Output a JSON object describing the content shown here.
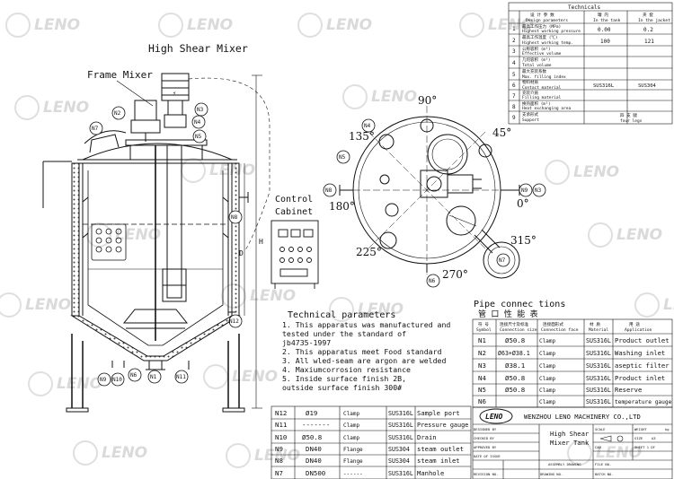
{
  "titles": {
    "main": "High Shear Mixer",
    "frame": "Frame Mixer",
    "control_cabinet_1": "Control",
    "control_cabinet_2": "Cabinet",
    "pipe_connections": "Pipe connec tions",
    "pipe_connections_cn": "管 口 性 能 表",
    "technicals": "Technicals",
    "dim_h": "H",
    "dim_d": "D"
  },
  "technical_parameters": {
    "heading": "Technical parameters",
    "lines": [
      "1. This apparatus was manufactured and",
      "   tested under the standard of",
      "   jb4735-1997",
      "2. This apparatus meet Food standard",
      "3. All wled-seam are argon are welded",
      "4. Maxiumcorrosion resistance",
      "5. Inside surface finish 2B,",
      "   outside surface finish 300#"
    ]
  },
  "angles": {
    "a90": "90°",
    "a45": "45°",
    "a135": "135°",
    "a180": "180°",
    "a0": "0°",
    "a225": "225°",
    "a270": "270°",
    "a315": "315°"
  },
  "nozzles": {
    "N1": "N1",
    "N2": "N2",
    "N3": "N3",
    "N4": "N4",
    "N5": "N5",
    "N6": "N6",
    "N7": "N7",
    "N8": "N8",
    "N9": "N9",
    "N10": "N10",
    "N11": "N11",
    "N12": "N12"
  },
  "technicals_table": {
    "head": {
      "item_cn": "设 计 参 数",
      "item_en": "Design parameters",
      "c1_cn": "罐 内",
      "c1_en": "In the tank",
      "c2_cn": "夹 套",
      "c2_en": "In the jacket"
    },
    "rows": [
      {
        "no": "1",
        "cn": "最高工作压力 (MPa)",
        "en": "Highest working pressure",
        "v1": "0.00",
        "v2": "0.2"
      },
      {
        "no": "2",
        "cn": "最高工作温度 (℃)",
        "en": "Highest working temp.",
        "v1": "100",
        "v2": "121"
      },
      {
        "no": "3",
        "cn": "公称容积 (m³)",
        "en": "Effective volume",
        "v1": "",
        "v2": ""
      },
      {
        "no": "4",
        "cn": "几何容积 (m³)",
        "en": "Total volume",
        "v1": "",
        "v2": ""
      },
      {
        "no": "5",
        "cn": "最大充装系数",
        "en": "Max. filling index",
        "v1": "",
        "v2": ""
      },
      {
        "no": "6",
        "cn": "物料材质",
        "en": "Contact material",
        "v1": "SUS316L",
        "v2": "SUS304"
      },
      {
        "no": "7",
        "cn": "充装介质",
        "en": "Filling material",
        "v1": "",
        "v2": ""
      },
      {
        "no": "8",
        "cn": "换热面积 (m²)",
        "en": "Heat exchanging area",
        "v1": "",
        "v2": ""
      },
      {
        "no": "9",
        "cn": "支承形式",
        "en": "Support",
        "v1": "四 支 腿",
        "v2": "four legs"
      }
    ]
  },
  "pipe_table": {
    "head": {
      "symbol_cn": "符 号",
      "symbol_en": "Symbol",
      "size_cn": "连接尺寸及标准",
      "size_en": "Connection size",
      "type_cn": "连接面形式",
      "type_en": "Connection face",
      "mat_cn": "材 质",
      "mat_en": "Material",
      "app_cn": "用 途",
      "app_en": "Application"
    },
    "rows": [
      {
        "symbol": "N1",
        "size": "Ø50.8",
        "type": "Clamp",
        "mat": "SUS316L",
        "app": "Product outlet"
      },
      {
        "symbol": "N2",
        "size": "Ø63+Ø38.1",
        "type": "Clamp",
        "mat": "SUS316L",
        "app": "Washing inlet"
      },
      {
        "symbol": "N3",
        "size": "Ø38.1",
        "type": "Clamp",
        "mat": "SUS316L",
        "app": "aseptic filter"
      },
      {
        "symbol": "N4",
        "size": "Ø50.8",
        "type": "Clamp",
        "mat": "SUS316L",
        "app": "Product inlet"
      },
      {
        "symbol": "N5",
        "size": "Ø50.8",
        "type": "Clamp",
        "mat": "SUS316L",
        "app": "Reserve"
      },
      {
        "symbol": "N6",
        "size": "",
        "type": "Clamp",
        "mat": "SUS316L",
        "app": "temperature gauge"
      }
    ]
  },
  "lower_pipe_table": {
    "rows": [
      {
        "symbol": "N12",
        "size": "Ø19",
        "type": "Clamp",
        "mat": "SUS316L",
        "app": "Sample port"
      },
      {
        "symbol": "N11",
        "size": "-------",
        "type": "Clamp",
        "mat": "SUS316L",
        "app": "Pressure gauge"
      },
      {
        "symbol": "N10",
        "size": "Ø50.8",
        "type": "Clamp",
        "mat": "SUS316L",
        "app": "Drain"
      },
      {
        "symbol": "N9",
        "size": "DN40",
        "type": "Flange",
        "mat": "SUS304",
        "app": "steam outlet"
      },
      {
        "symbol": "N8",
        "size": "DN40",
        "type": "Flange",
        "mat": "SUS304",
        "app": "steam inlet"
      },
      {
        "symbol": "N7",
        "size": "DN500",
        "type": "------",
        "mat": "SUS316L",
        "app": "Manhole"
      }
    ]
  },
  "title_block": {
    "company": "WENZHOU LENO MACHINERY CO.,LTD",
    "logo_text": "LENO",
    "drawing_title_1": "High Shear",
    "drawing_title_2": "Mixer Tank",
    "designed_by": "DESIGNED BY",
    "checked_by": "CHECKED BY",
    "approved_by": "APPROVED BY",
    "date_of_issue": "DATE OF ISSUE",
    "revision_no": "REVISION NO.",
    "assembly_drawing": "ASSEMBLY DRAWING",
    "drawing_no": "DRAWING NO.",
    "scale": "SCALE",
    "size": "SIZE",
    "weight": "WEIGHT",
    "cad": "CAD",
    "sheet": "SHEET 1  OF",
    "file_no": "FILE NO.",
    "batch_no": "BATCH NO.",
    "unit_kg": "kg",
    "sheet_size": "A3"
  },
  "watermark": "LENO"
}
